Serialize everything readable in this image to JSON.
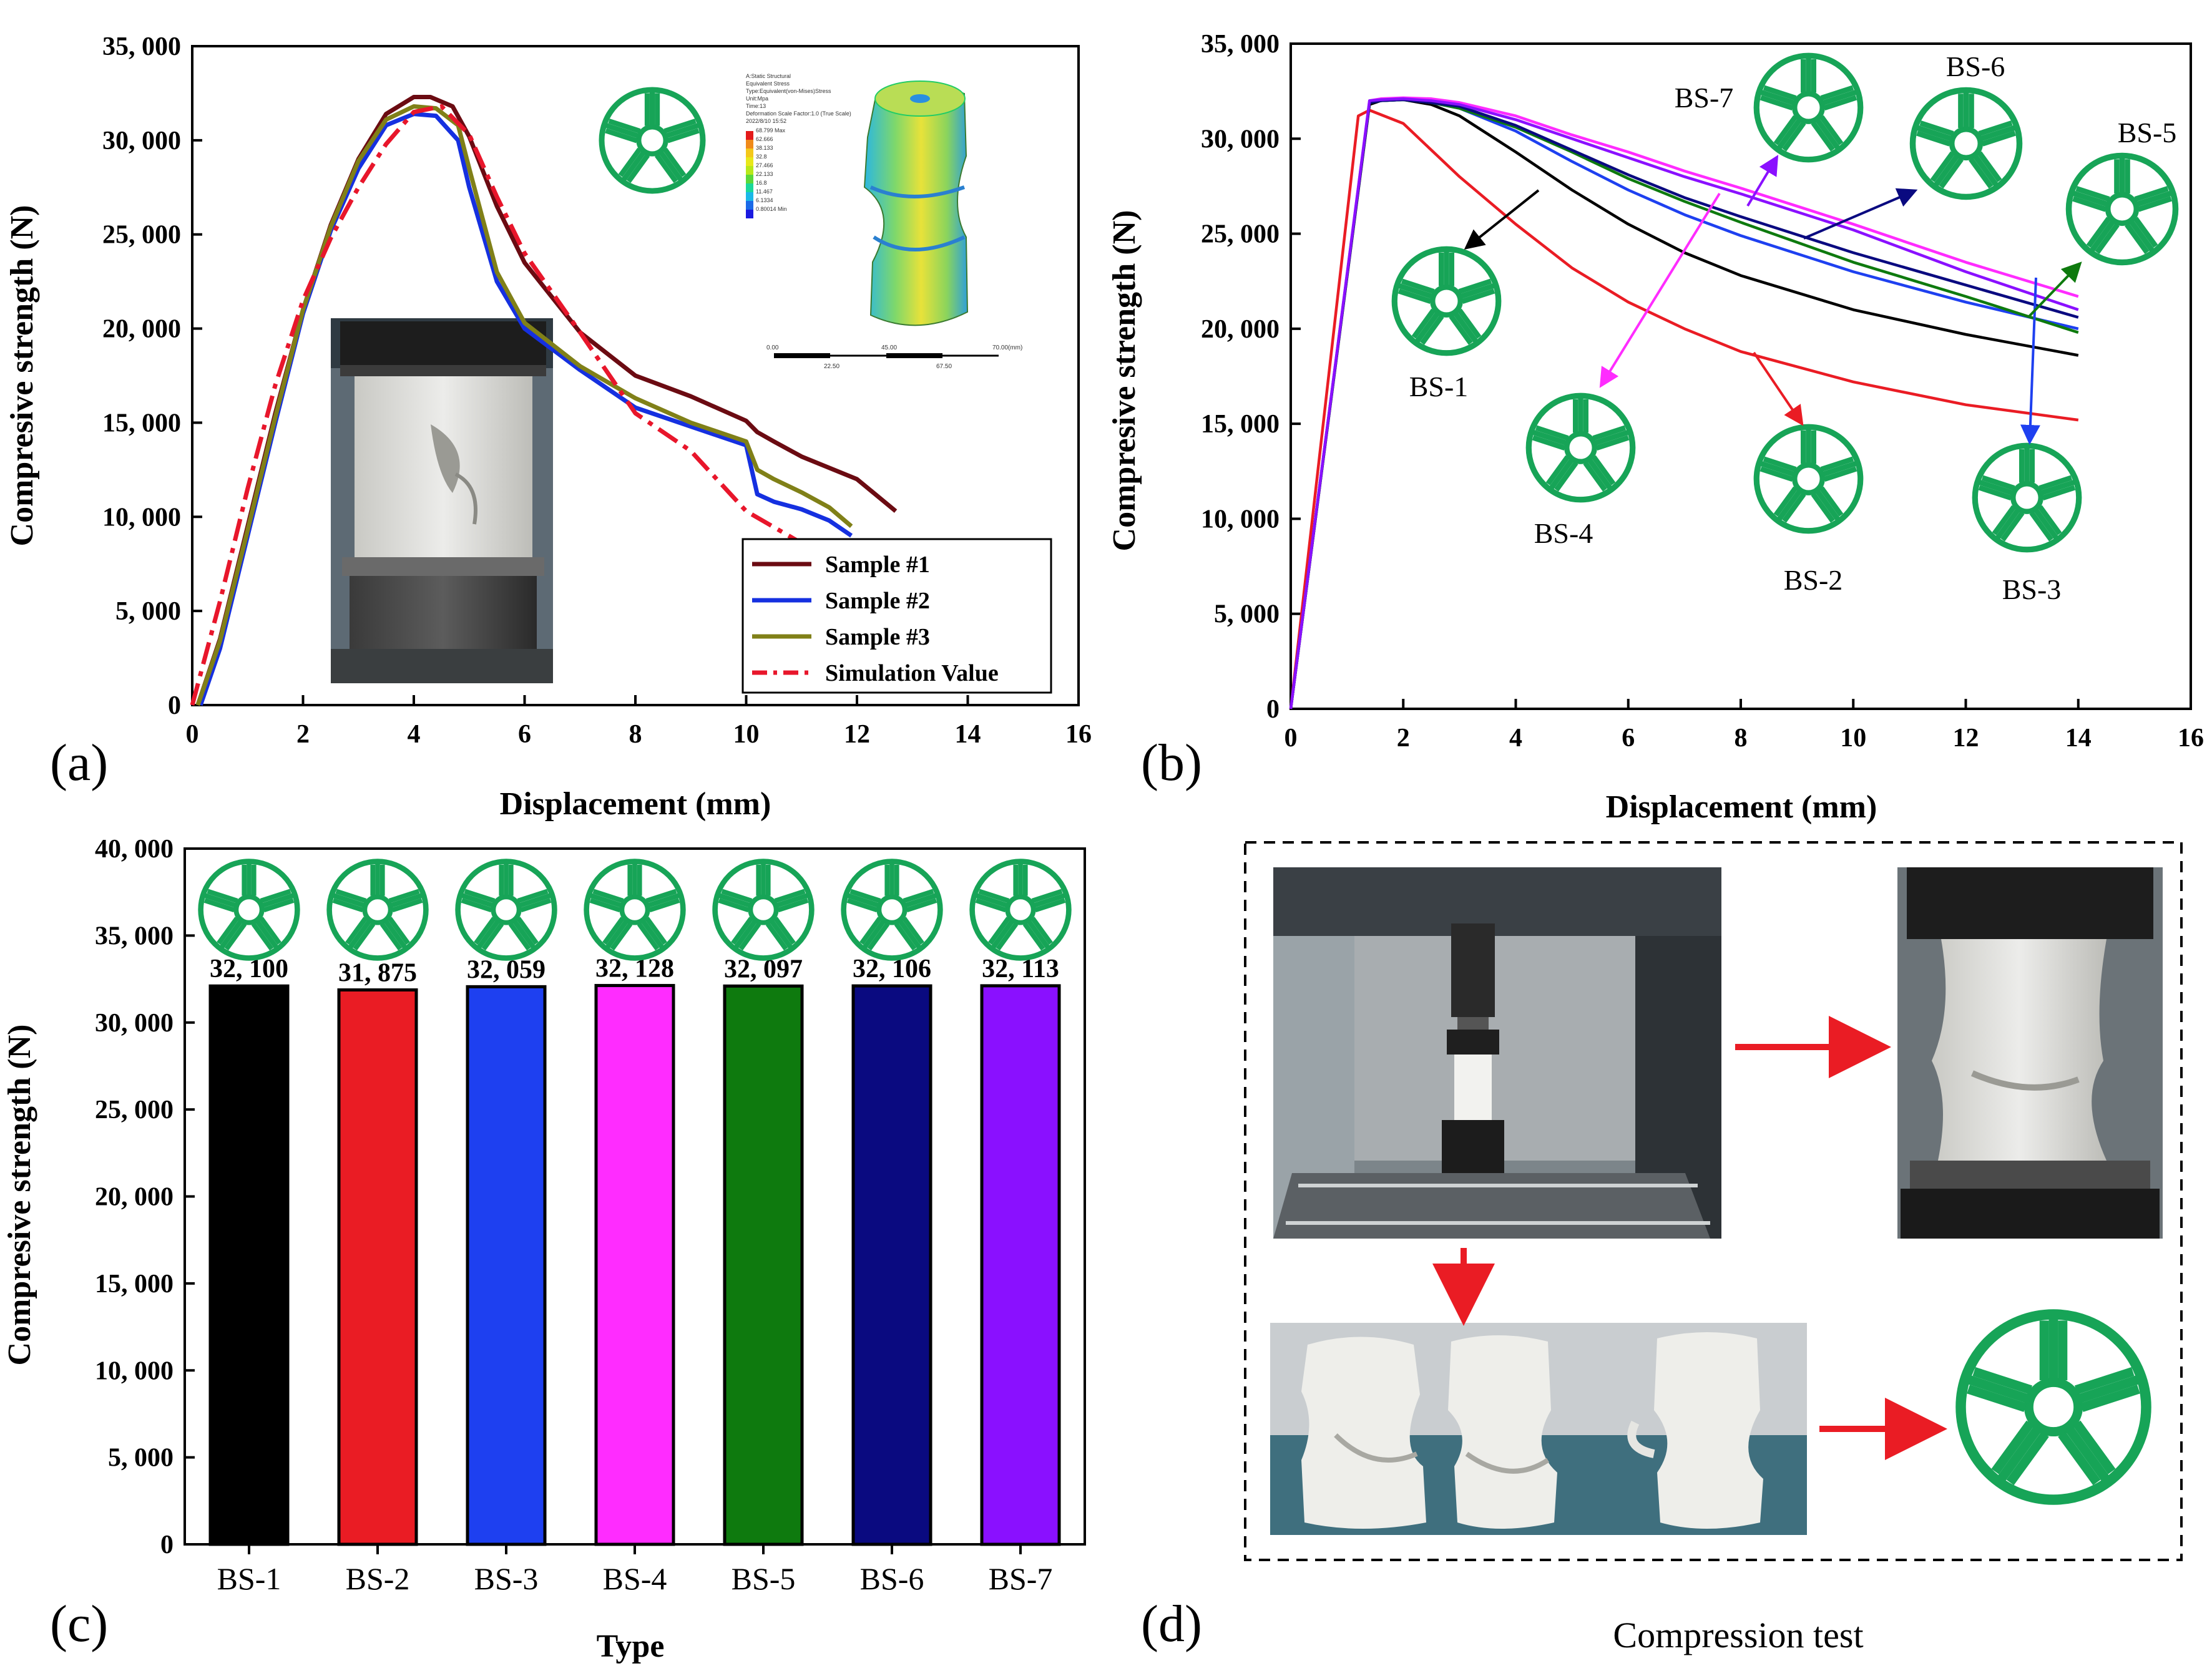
{
  "colors": {
    "sample1": "#6b0b12",
    "sample2": "#1530e0",
    "sample3": "#808018",
    "simulation": "#e8162b",
    "wheel": "#17a457",
    "arrow": "#ea1c24",
    "BS-1": "#000000",
    "BS-2": "#ea1c24",
    "BS-3": "#1e40f0",
    "BS-4": "#ff2cff",
    "BS-5": "#0e7a0e",
    "BS-6": "#0a0a80",
    "BS-7": "#8a10ff"
  },
  "panels": {
    "a": "(a)",
    "b": "(b)",
    "c": "(c)",
    "d": "(d)"
  },
  "panel_d_caption": "Compression test",
  "chart_data": [
    {
      "type": "line",
      "id": "a",
      "xlabel": "Displacement (mm)",
      "ylabel": "Compresive strength (N)",
      "xlim": [
        0,
        16
      ],
      "ylim": [
        0,
        35000
      ],
      "xticks": [
        "0",
        "2",
        "4",
        "6",
        "8",
        "10",
        "12",
        "14",
        "16"
      ],
      "yticks": [
        "0",
        "5, 000",
        "10, 000",
        "15, 000",
        "20, 000",
        "25, 000",
        "30, 000",
        "35, 000"
      ],
      "legend_position": "bottom-right",
      "series": [
        {
          "name": "Sample #1",
          "style": "solid",
          "x": [
            0.1,
            0.5,
            1,
            1.5,
            2,
            2.5,
            3,
            3.5,
            4,
            4.3,
            4.7,
            5,
            5.5,
            6,
            7,
            8,
            9,
            10,
            10.2,
            10.5,
            11,
            12,
            12.7
          ],
          "y": [
            0,
            3500,
            9500,
            15500,
            21000,
            25500,
            29000,
            31400,
            32300,
            32300,
            31800,
            30200,
            26500,
            23500,
            19800,
            17500,
            16400,
            15100,
            14500,
            14000,
            13200,
            12000,
            10300
          ]
        },
        {
          "name": "Sample #2",
          "style": "solid",
          "x": [
            0.15,
            0.5,
            1,
            1.5,
            2,
            2.5,
            3,
            3.5,
            4,
            4.4,
            4.8,
            5,
            5.5,
            6,
            7,
            8,
            9,
            10,
            10.2,
            10.5,
            11,
            11.5,
            11.9
          ],
          "y": [
            0,
            3000,
            9000,
            15000,
            20800,
            25200,
            28500,
            30800,
            31400,
            31300,
            30000,
            27500,
            22500,
            20000,
            17800,
            15800,
            14800,
            13800,
            11200,
            10800,
            10400,
            9800,
            9000
          ]
        },
        {
          "name": "Sample #3",
          "style": "solid",
          "x": [
            0.1,
            0.5,
            1,
            1.5,
            2,
            2.5,
            3,
            3.5,
            4,
            4.4,
            4.8,
            5,
            5.5,
            6,
            7,
            8,
            9,
            10,
            10.2,
            10.5,
            11,
            11.5,
            11.9
          ],
          "y": [
            0,
            3400,
            9300,
            15300,
            21000,
            25400,
            28900,
            31100,
            31800,
            31700,
            30800,
            28500,
            23000,
            20300,
            18000,
            16300,
            15000,
            14000,
            12500,
            12000,
            11300,
            10500,
            9500
          ]
        },
        {
          "name": "Simulation Value",
          "style": "dashdot",
          "x": [
            0,
            0.5,
            1,
            1.5,
            2,
            2.5,
            3,
            3.5,
            4,
            4.5,
            5,
            5.5,
            6,
            7,
            8,
            9,
            10,
            11
          ],
          "y": [
            0,
            5500,
            11500,
            17000,
            21500,
            24800,
            27500,
            29800,
            31500,
            31800,
            30300,
            27000,
            24000,
            19800,
            15500,
            13500,
            10300,
            8600
          ]
        }
      ]
    },
    {
      "type": "line",
      "id": "b",
      "xlabel": "Displacement (mm)",
      "ylabel": "Compresive strength (N)",
      "xlim": [
        0,
        16
      ],
      "ylim": [
        0,
        35000
      ],
      "xticks": [
        "0",
        "2",
        "4",
        "6",
        "8",
        "10",
        "12",
        "14",
        "16"
      ],
      "yticks": [
        "0",
        "5, 000",
        "10, 000",
        "15, 000",
        "20, 000",
        "25, 000",
        "30, 000",
        "35, 000"
      ],
      "series": [
        {
          "name": "BS-1",
          "x": [
            0,
            1.4,
            1.6,
            2,
            2.5,
            3,
            4,
            5,
            6,
            7,
            8,
            10,
            12,
            14
          ],
          "y": [
            0,
            31800,
            32000,
            32050,
            31800,
            31200,
            29300,
            27300,
            25500,
            24000,
            22800,
            21000,
            19700,
            18600
          ]
        },
        {
          "name": "BS-2",
          "x": [
            0,
            1.2,
            1.4,
            2,
            3,
            4,
            5,
            6,
            7,
            8,
            10,
            12,
            14
          ],
          "y": [
            0,
            31200,
            31500,
            30800,
            28000,
            25500,
            23200,
            21400,
            20000,
            18800,
            17200,
            16000,
            15200
          ]
        },
        {
          "name": "BS-3",
          "x": [
            0,
            1.4,
            1.6,
            2,
            2.5,
            3,
            4,
            5,
            6,
            7,
            8,
            10,
            12,
            14
          ],
          "y": [
            0,
            31900,
            32000,
            32050,
            31900,
            31600,
            30400,
            28800,
            27300,
            26000,
            24900,
            23000,
            21400,
            20000
          ]
        },
        {
          "name": "BS-4",
          "x": [
            0,
            1.4,
            1.6,
            2,
            2.5,
            3,
            4,
            5,
            6,
            7,
            8,
            10,
            12,
            14
          ],
          "y": [
            0,
            32000,
            32100,
            32150,
            32100,
            31900,
            31200,
            30200,
            29300,
            28300,
            27400,
            25500,
            23500,
            21700
          ]
        },
        {
          "name": "BS-5",
          "x": [
            0,
            1.4,
            1.6,
            2,
            2.5,
            3,
            4,
            5,
            6,
            7,
            8,
            10,
            12,
            14
          ],
          "y": [
            0,
            31900,
            32000,
            32050,
            31900,
            31600,
            30600,
            29300,
            27900,
            26700,
            25600,
            23500,
            21700,
            19800
          ]
        },
        {
          "name": "BS-6",
          "x": [
            0,
            1.4,
            1.6,
            2,
            2.5,
            3,
            4,
            5,
            6,
            7,
            8,
            10,
            12,
            14
          ],
          "y": [
            0,
            31900,
            32000,
            32050,
            31900,
            31700,
            30700,
            29400,
            28100,
            26900,
            25900,
            24000,
            22300,
            20600
          ]
        },
        {
          "name": "BS-7",
          "x": [
            0,
            1.4,
            1.6,
            2,
            2.5,
            3,
            4,
            5,
            6,
            7,
            8,
            10,
            12,
            14
          ],
          "y": [
            0,
            32000,
            32050,
            32100,
            32000,
            31800,
            31000,
            30000,
            29000,
            28000,
            27100,
            25200,
            23000,
            21000
          ]
        }
      ]
    },
    {
      "type": "bar",
      "id": "c",
      "xlabel": "Type",
      "ylabel": "Compresive strength (N)",
      "ylim": [
        0,
        40000
      ],
      "yticks": [
        "0",
        "5, 000",
        "10, 000",
        "15, 000",
        "20, 000",
        "25, 000",
        "30, 000",
        "35, 000",
        "40, 000"
      ],
      "categories": [
        "BS-1",
        "BS-2",
        "BS-3",
        "BS-4",
        "BS-5",
        "BS-6",
        "BS-7"
      ],
      "values": [
        32100,
        31875,
        32059,
        32128,
        32097,
        32106,
        32113
      ],
      "value_labels": [
        "32, 100",
        "31, 875",
        "32, 059",
        "32, 128",
        "32, 097",
        "32, 106",
        "32, 113"
      ]
    }
  ]
}
